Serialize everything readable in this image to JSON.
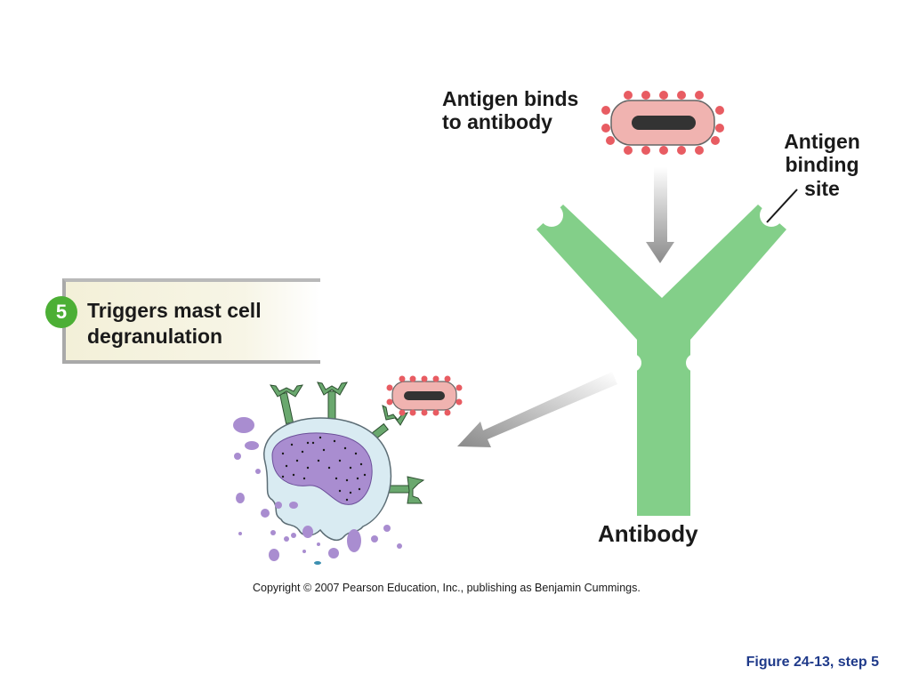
{
  "labels": {
    "antigen_binds": [
      "Antigen binds",
      "to antibody"
    ],
    "binding_site": [
      "Antigen",
      "binding",
      "site"
    ],
    "antibody": "Antibody"
  },
  "step": {
    "number": "5",
    "text": [
      "Triggers mast cell",
      "degranulation"
    ]
  },
  "copyright": "Copyright © 2007 Pearson Education, Inc., publishing as Benjamin Cummings.",
  "figure_label": "Figure 24-13, step 5",
  "colors": {
    "antibody": "#83cf89",
    "antigen_fill": "#f0b3b0",
    "antigen_dots": "#e85c62",
    "antigen_core": "#333333",
    "mast_cell": "#d9ebf2",
    "nucleus": "#a98dd0",
    "granules": "#a98dd0",
    "receptor": "#6aa86e",
    "step_badge": "#4caf35"
  },
  "icons": {
    "arrow_down": "down-arrow-icon",
    "arrow_left": "diagonal-arrow-icon"
  }
}
